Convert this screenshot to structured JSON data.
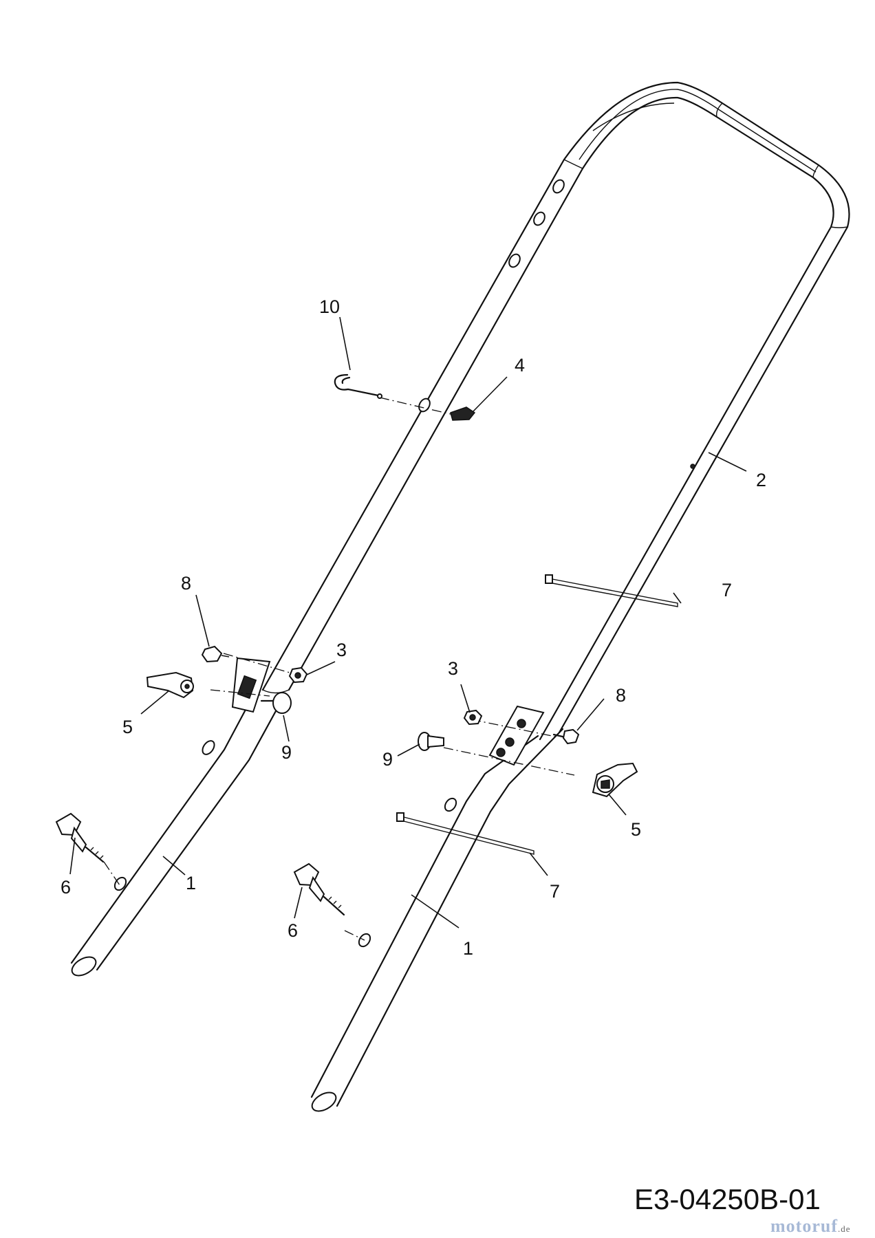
{
  "diagram": {
    "drawing_code": "E3-04250B-01",
    "watermark": {
      "brand": "motoruf",
      "tld": ".de"
    },
    "callouts": {
      "lower_handle_left": "1",
      "lower_handle_right": "1",
      "upper_handle": "2",
      "lock_nut_left": "3",
      "lock_nut_right": "3",
      "cable_clip": "4",
      "wing_knob_left": "5",
      "wing_knob_right": "5",
      "knob_bolt_left": "6",
      "knob_bolt_right": "6",
      "cable_tie_upper": "7",
      "cable_tie_lower": "7",
      "hex_bolt_left": "8",
      "hex_bolt_right": "8",
      "carriage_bolt_left": "9",
      "carriage_bolt_right": "9",
      "rope_guide": "10"
    }
  }
}
